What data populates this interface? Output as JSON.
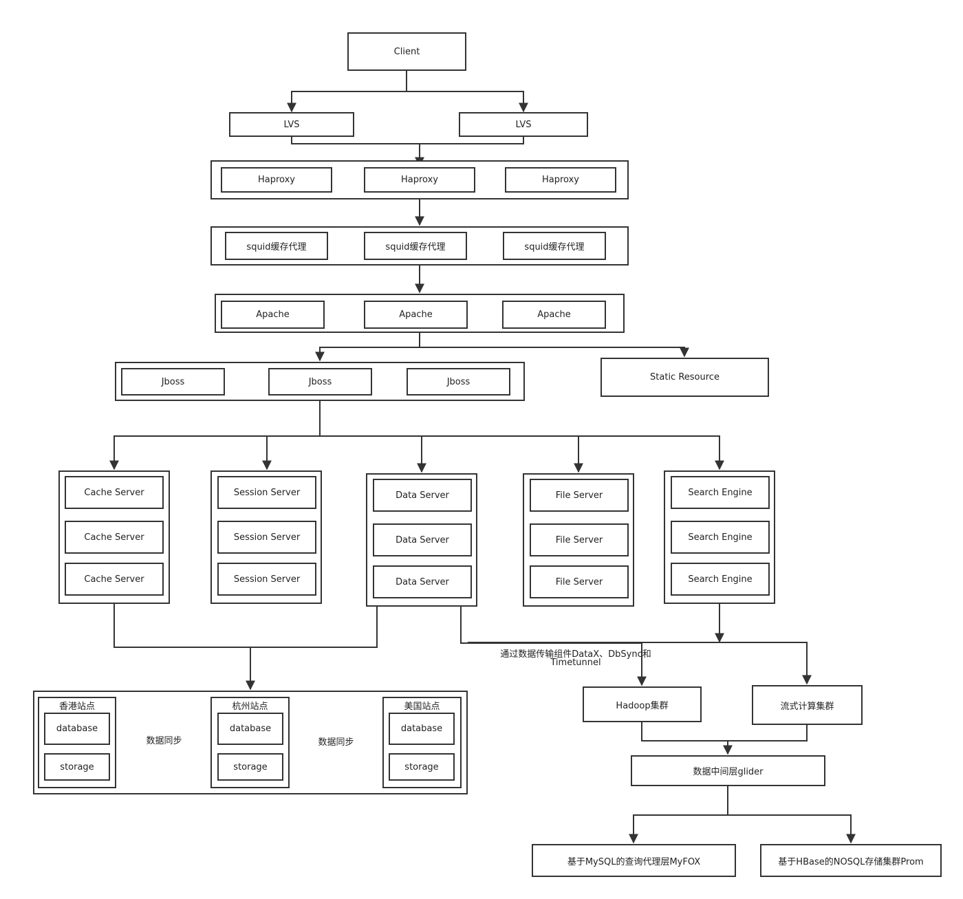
{
  "client": "Client",
  "lvs": [
    "LVS",
    "LVS"
  ],
  "haproxy": [
    "Haproxy",
    "Haproxy",
    "Haproxy"
  ],
  "squid": [
    "squid缓存代理",
    "squid缓存代理",
    "squid缓存代理"
  ],
  "apache": [
    "Apache",
    "Apache",
    "Apache"
  ],
  "jboss": [
    "Jboss",
    "Jboss",
    "Jboss"
  ],
  "static_resource": "Static Resource",
  "cache_server": [
    "Cache Server",
    "Cache Server",
    "Cache Server"
  ],
  "session_server": [
    "Session Server",
    "Session Server",
    "Session Server"
  ],
  "data_server": [
    "Data Server",
    "Data Server",
    "Data Server"
  ],
  "file_server": [
    "File Server",
    "File Server",
    "File Server"
  ],
  "search_engine": [
    "Search Engine",
    "Search Engine",
    "Search Engine"
  ],
  "sites": [
    {
      "title": "香港站点",
      "database": "database",
      "storage": "storage"
    },
    {
      "title": "杭州站点",
      "database": "database",
      "storage": "storage"
    },
    {
      "title": "美国站点",
      "database": "database",
      "storage": "storage"
    }
  ],
  "sync_labels": [
    "数据同步",
    "数据同步"
  ],
  "transfer_label_line1": "通过数据传输组件DataX、DbSync和",
  "transfer_label_line2": "Timetunnel",
  "hadoop": "Hadoop集群",
  "stream": "流式计算集群",
  "glider": "数据中间层glider",
  "myfox": "基于MySQL的查询代理层MyFOX",
  "prom": "基于HBase的NOSQL存储集群Prom",
  "colors": {
    "stroke": "#333333",
    "background": "#ffffff"
  }
}
